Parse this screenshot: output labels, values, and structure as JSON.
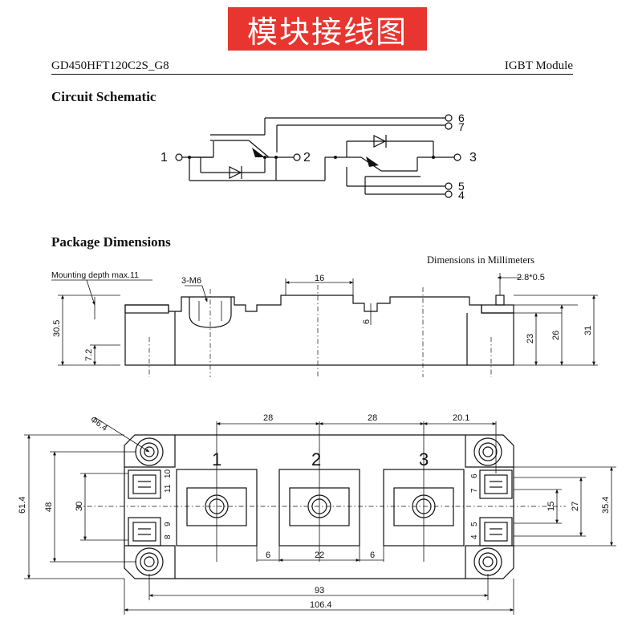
{
  "banner": {
    "title": "模块接线图",
    "color": "#e83530"
  },
  "header": {
    "part_number": "GD450HFT120C2S_G8",
    "type": "IGBT Module"
  },
  "sections": {
    "schematic": "Circuit Schematic",
    "package": "Package Dimensions"
  },
  "units_note": "Dimensions in Millimeters",
  "schematic": {
    "terminals": {
      "t1": "1",
      "t2": "2",
      "t3": "3",
      "t4": "4",
      "t5": "5",
      "t6": "6",
      "t7": "7"
    }
  },
  "side_view": {
    "mounting_depth": "Mounting depth max.11",
    "thread": "3-M6",
    "dims": {
      "d16": "16",
      "d28x05": "2.8*0.5",
      "d6": "6",
      "d23": "23",
      "d26": "26",
      "d31": "31",
      "d305": "30.5",
      "d72": "7.2"
    }
  },
  "top_view": {
    "diameter": "Φ6.4",
    "terminal_numbers": {
      "t1": "1",
      "t2": "2",
      "t3": "3"
    },
    "pin_labels": {
      "p10": "10",
      "p11": "11",
      "p9": "9",
      "p8": "8",
      "p6": "6",
      "p7": "7",
      "p5": "5",
      "p4": "4"
    },
    "dims": {
      "d28a": "28",
      "d28b": "28",
      "d201": "20.1",
      "d6a": "6",
      "d22": "22",
      "d6b": "6",
      "d93": "93",
      "d1064": "106.4",
      "d614": "61.4",
      "d48": "48",
      "d30": "30",
      "d15": "15",
      "d27": "27",
      "d354": "35.4"
    }
  }
}
